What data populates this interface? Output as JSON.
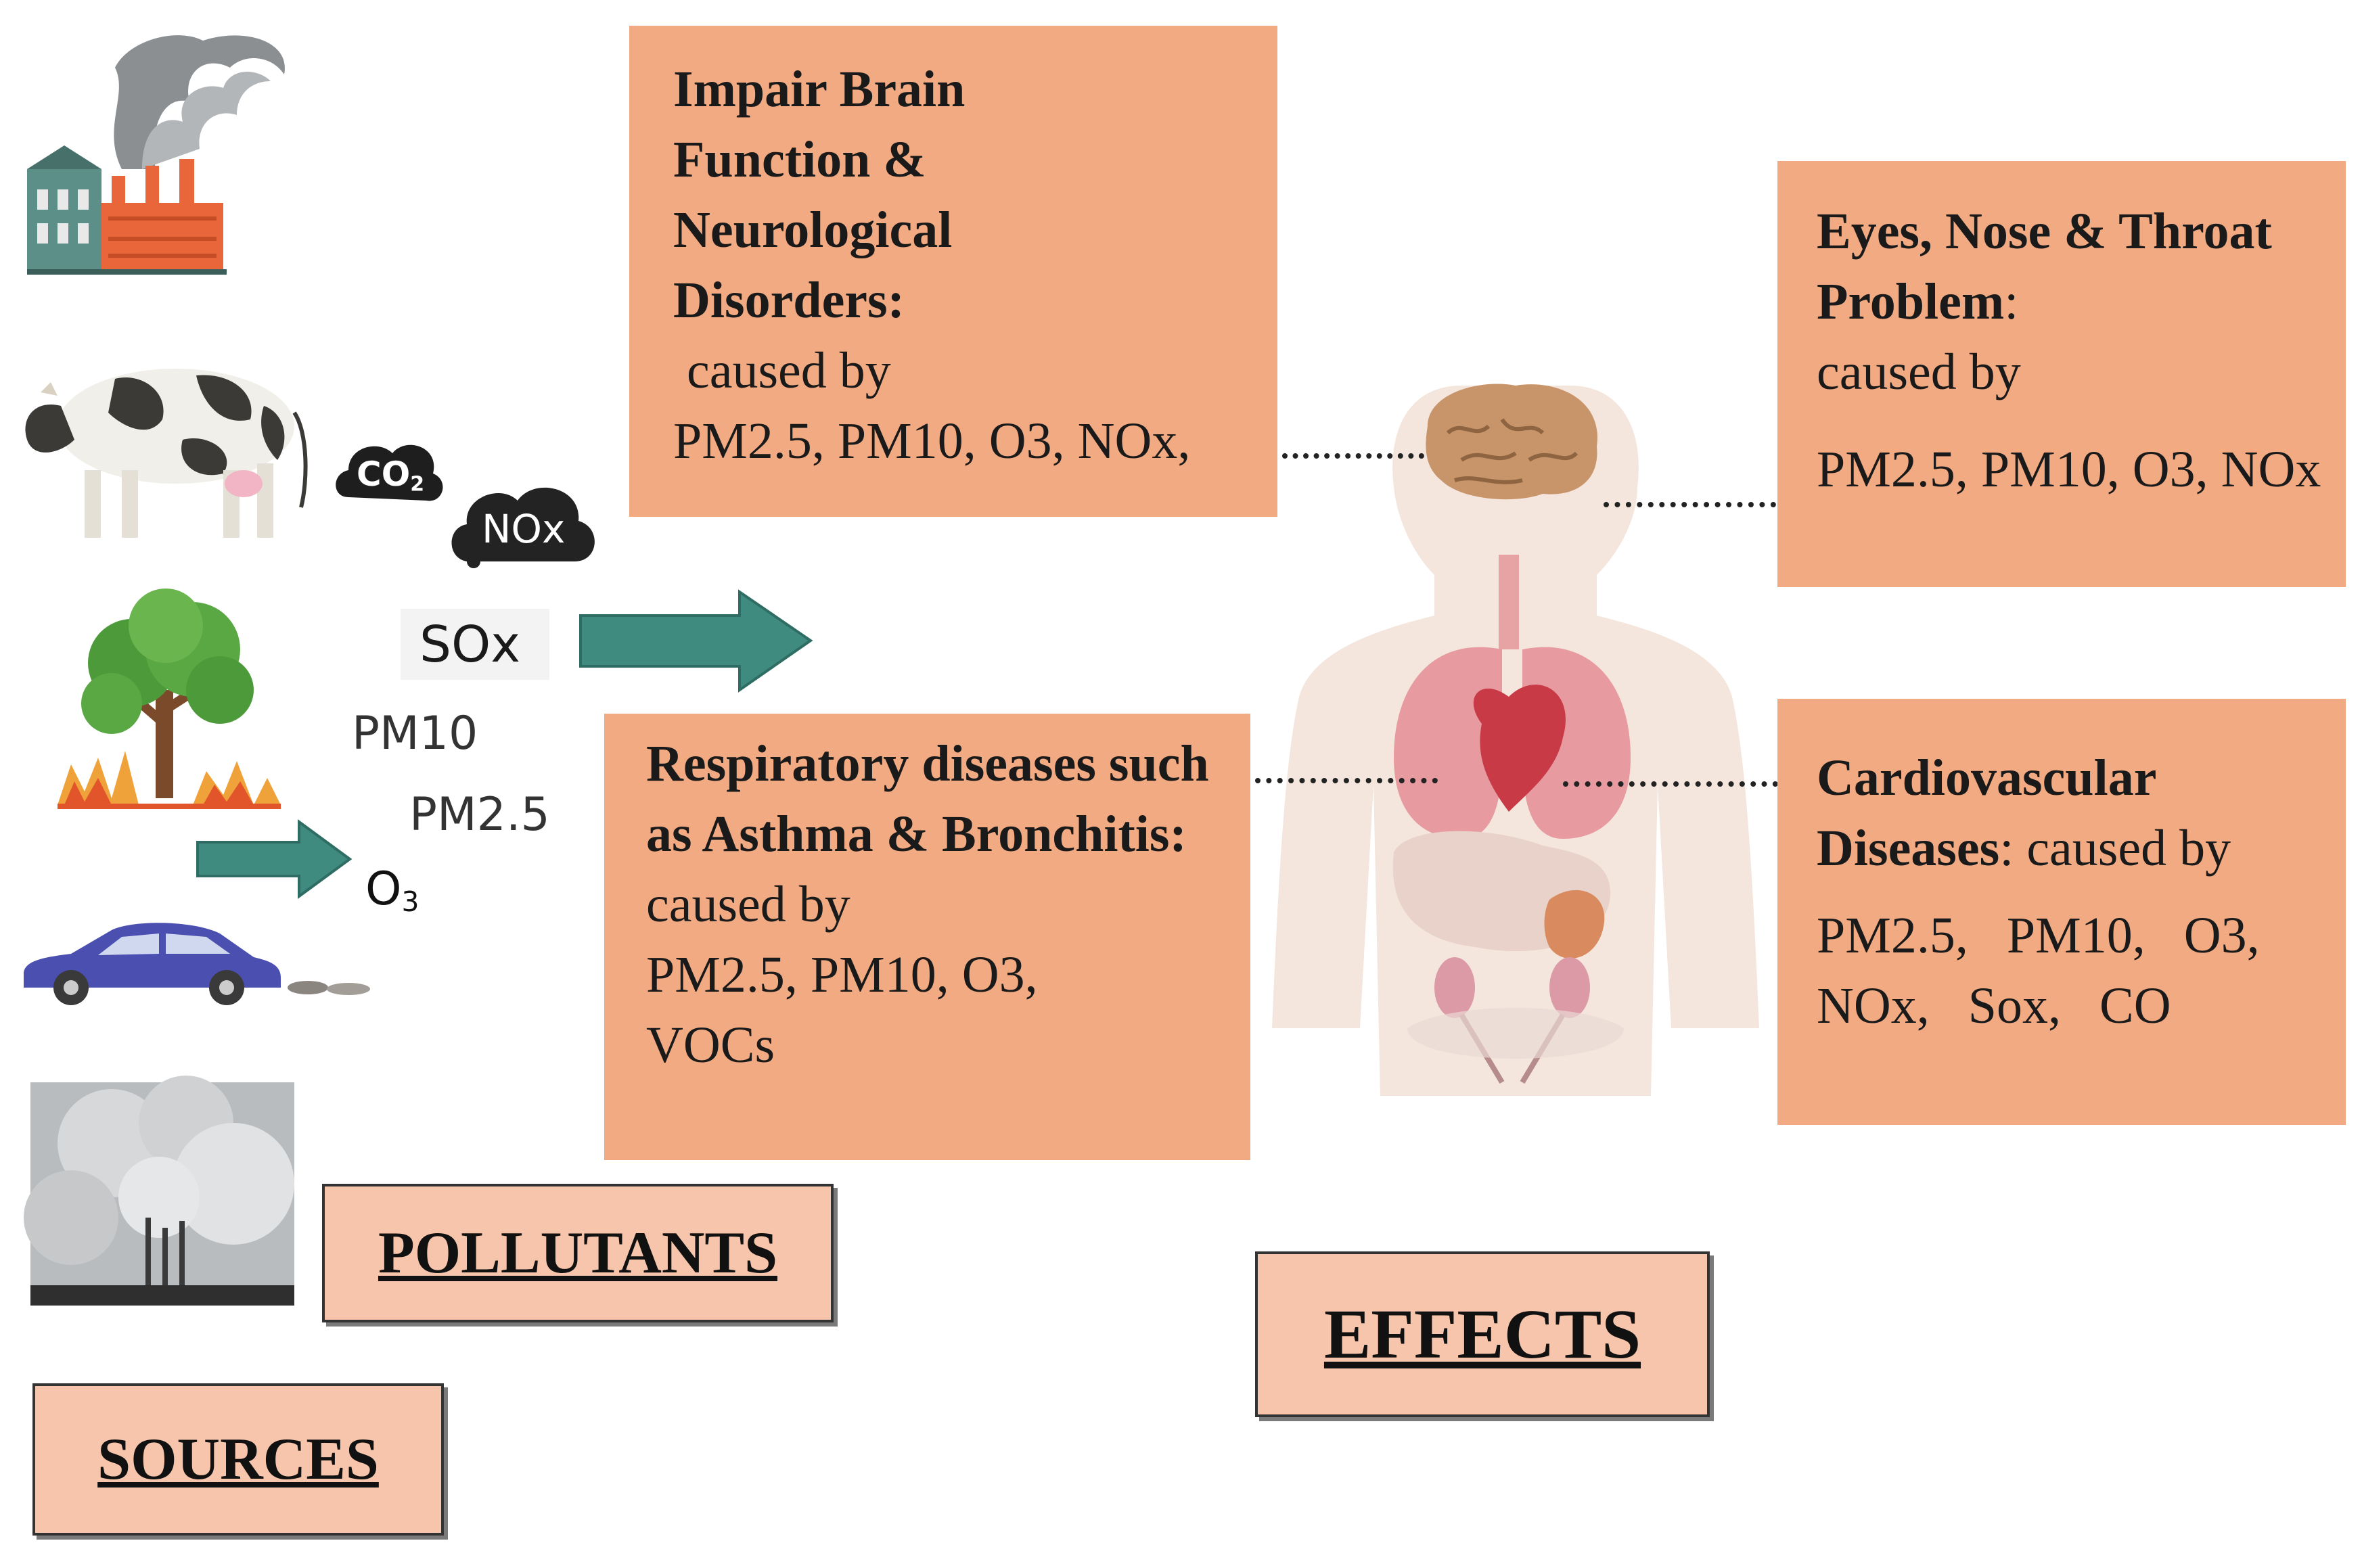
{
  "sources": {
    "icons": [
      "factory-icon",
      "cow-icon",
      "burning-tree-icon",
      "car-icon",
      "smokestack-photo-icon"
    ],
    "label": "SOURCES"
  },
  "pollutants": {
    "label": "POLLUTANTS",
    "items": {
      "co2": "CO",
      "co2_sub": "2",
      "nox": "NOx",
      "sox": "SOx",
      "pm10": "PM10",
      "pm25": "PM2.5",
      "o3": "O",
      "o3_sub": "3"
    }
  },
  "effects": {
    "label": "EFFECTS",
    "brain": {
      "heading": "Impair Brain Function & Neurological Disorders:",
      "caused_by": "caused by",
      "pollutants": "PM2.5, PM10, O3, NOx,"
    },
    "respiratory": {
      "heading": "Respiratory diseases such as Asthma & Bronchitis:",
      "caused_by": "caused by",
      "pollutants": "PM2.5, PM10, O3, VOCs"
    },
    "eyes": {
      "heading": "Eyes, Nose & Throat Problem",
      "colon": ":",
      "caused_by": "caused by",
      "pollutants": "PM2.5, PM10, O3, NOx"
    },
    "cardio": {
      "heading": "Cardiovascular Diseases",
      "caused_by": ": caused by",
      "pollutants": "PM2.5, PM10, O3, NOx, Sox, CO"
    }
  },
  "colors": {
    "effect_box": "#f2aa83",
    "label_box": "#f7c5ab",
    "arrow": "#3f8b80"
  }
}
